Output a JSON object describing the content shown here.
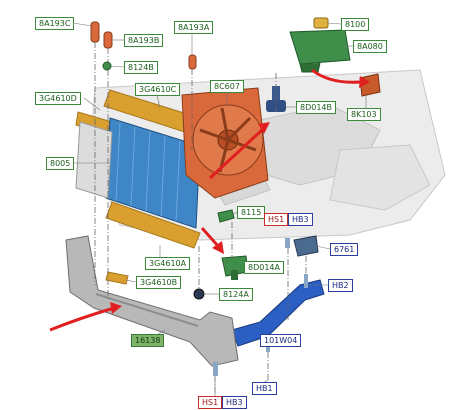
{
  "labels": {
    "l8A193C": "8A193C",
    "l8A193B": "8A193B",
    "l8124B": "8124B",
    "l8A193A": "8A193A",
    "l8100": "8100",
    "l8A080": "8A080",
    "l3G4610D": "3G4610D",
    "l3G4610C": "3G4610C",
    "l8C607": "8C607",
    "l8D014B": "8D014B",
    "l8K103": "8K103",
    "l8005": "8005",
    "l8115": "8115",
    "lHS1_top": "HS1",
    "lHB3_top": "HB3",
    "l6761": "6761",
    "l3G4610A": "3G4610A",
    "l8D014A": "8D014A",
    "l3G4610B": "3G4610B",
    "l8124A": "8124A",
    "lHB2": "HB2",
    "l16138": "16138",
    "l101W04": "101W04",
    "lHB1": "HB1",
    "lHS1_bot": "HS1",
    "lHB3_bot": "HB3"
  },
  "colors": {
    "label_green": "#3a8a3a",
    "label_blue": "#2d3f9e",
    "label_red": "#c92a2a",
    "radiator": "#3f86c6",
    "fan": "#d9683a",
    "insulation": "#d9a030",
    "duct": "#2c5fc4",
    "reservoir": "#3f8f4a",
    "arrow": "#e02020",
    "engine": "#e6e6e6"
  }
}
